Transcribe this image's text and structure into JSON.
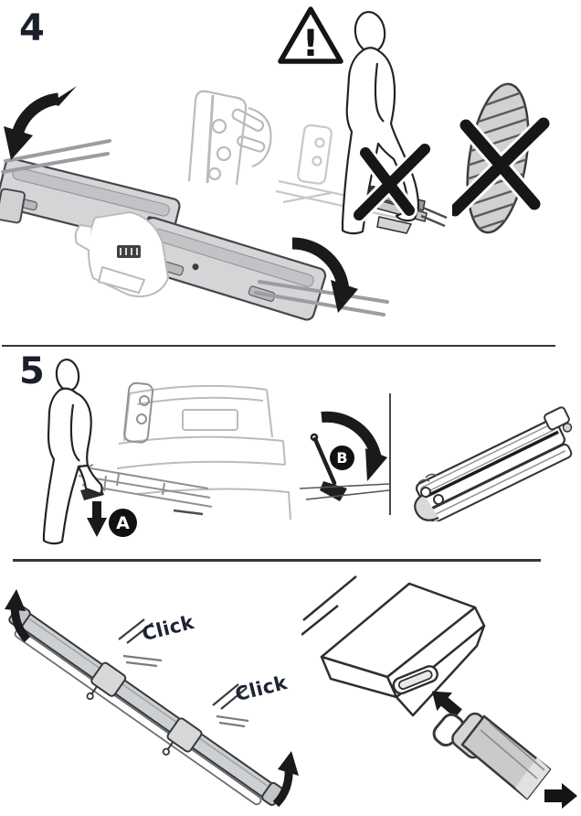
{
  "document": {
    "type": "assembly-instruction-page",
    "background": "#ffffff"
  },
  "palette": {
    "ink": "#1a1a1c",
    "label_text": "#1d2433",
    "badge_bg": "#111113",
    "badge_text": "#ffffff",
    "outline_dark": "#39393b",
    "outline_light": "#b9bbbd",
    "outline_mid": "#8f9194",
    "fill_gray": "#d2d4d6",
    "divider": "#35353a"
  },
  "step4": {
    "number": "4",
    "warning_mark": "!",
    "icons": [
      "warning-triangle-icon",
      "fold-arrow-down-left-icon",
      "fold-arrow-down-right-icon",
      "no-standing-x-icon",
      "no-shoe-x-icon"
    ]
  },
  "step5": {
    "number": "5",
    "marker_a": "A",
    "marker_b": "B",
    "icons": [
      "press-down-arrow-icon",
      "rotate-lever-arrow-icon"
    ]
  },
  "final_step": {
    "click_labels": [
      "Click",
      "Click"
    ],
    "icons": [
      "swing-up-arrow-left-icon",
      "swing-up-arrow-right-icon",
      "insert-strap-arrow-icon",
      "next-step-arrow-icon"
    ]
  }
}
